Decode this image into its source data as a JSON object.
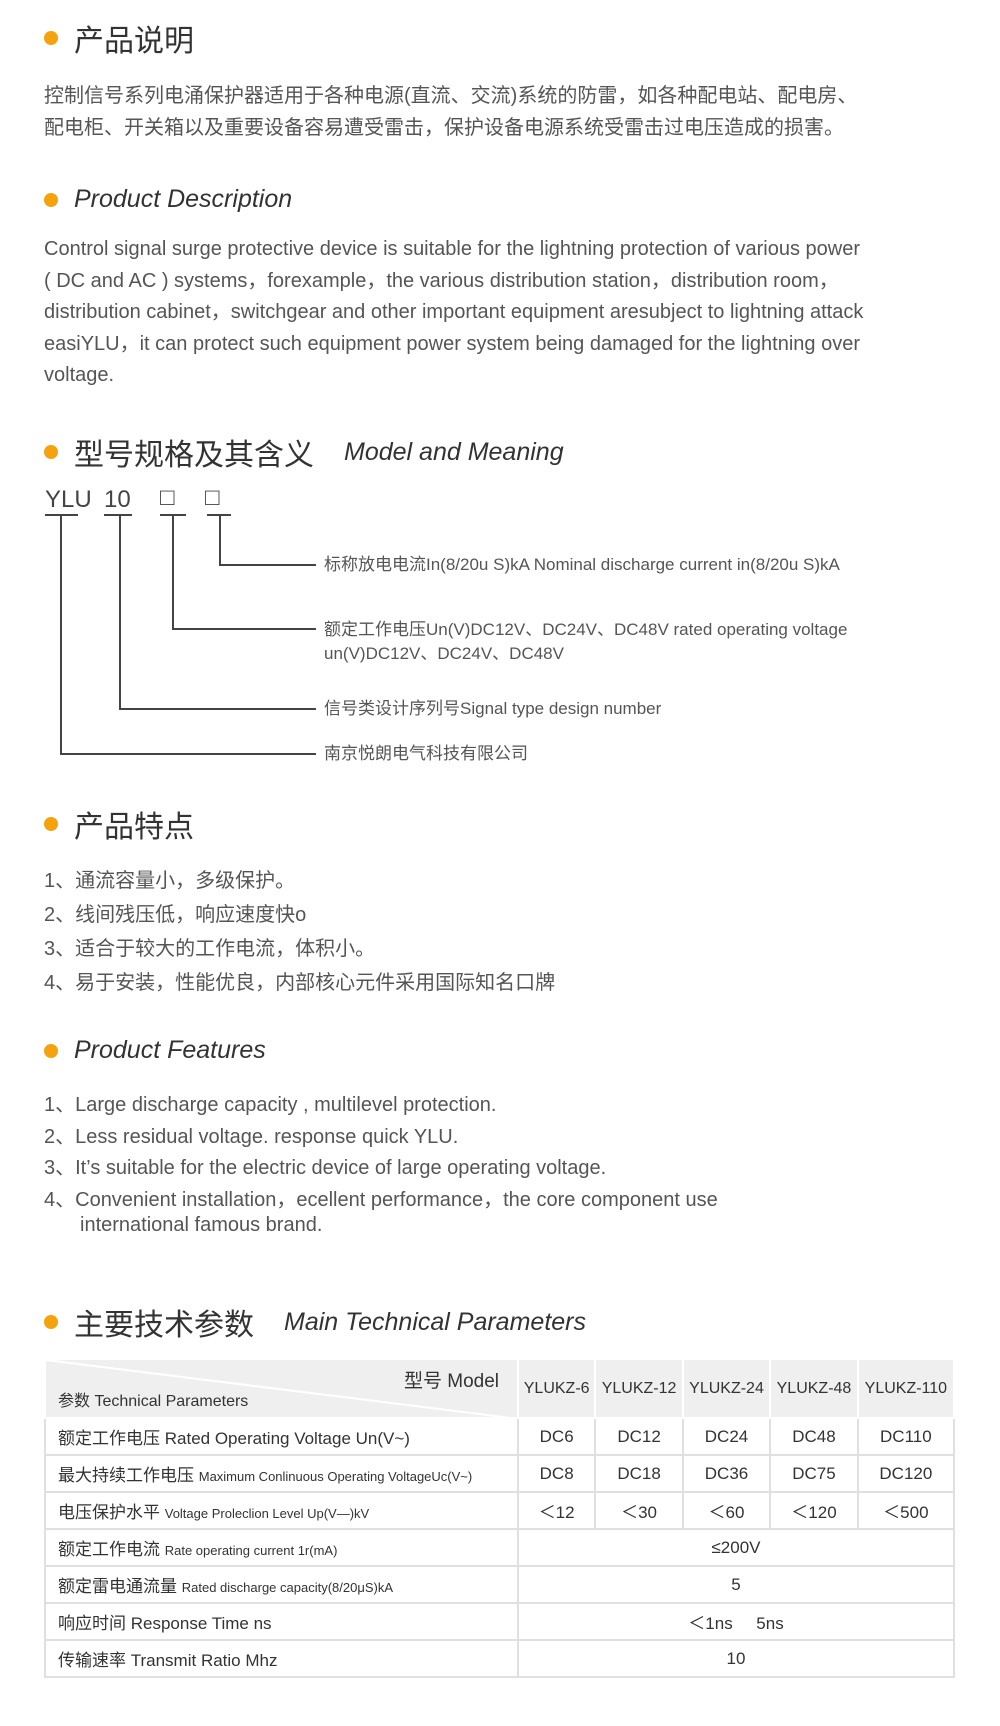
{
  "sec1": {
    "title": "产品说明",
    "lines": [
      "控制信号系列电涌保护器适用于各种电源(直流、交流)系统的防雷，如各种配电站、配电房、",
      "配电柜、开关箱以及重要设备容易遭受雷击，保护设备电源系统受雷击过电压造成的损害。"
    ]
  },
  "sec2": {
    "title": "Product Description",
    "lines": [
      "Control signal surge protective device is suitable for the lightning protection of various power",
      "( DC and AC ) systems，forexample，the  various  distribution  station，distribution  room，",
      "distribution cabinet，switchgear and other important equipment aresubject to lightning attack",
      "easiYLU，it can protect such equipment power system being damaged for  the lightning over",
      "voltage."
    ]
  },
  "sec3": {
    "title_cn": "型号规格及其含义",
    "title_en": "Model and Meaning",
    "code_prefix": "YLU",
    "code_num": "10",
    "box1": "□",
    "box2": "□",
    "items": [
      "标称放电电流In(8/20u S)kA Nominal discharge current in(8/20u S)kA",
      "额定工作电压Un(V)DC12V、DC24V、DC48V rated operating voltage",
      "un(V)DC12V、DC24V、DC48V",
      "信号类设计序列号Signal type design number",
      "南京悦朗电气科技有限公司"
    ]
  },
  "sec4": {
    "title": "产品特点",
    "items": [
      "1、通流容量小，多级保护。",
      "2、线间残压低，响应速度快o",
      "3、适合于较大的工作电流，体积小。",
      "4、易于安装，性能优良，内部核心元件采用国际知名口牌"
    ]
  },
  "sec5": {
    "title": "Product Features",
    "items": [
      "1、Large discharge capacity , multilevel protection.",
      "2、Less residual voltage.  response quick YLU.",
      "3、It’s suitable for the electric device of large operating voltage.",
      "4、Convenient installation，ecellent performance，the core component use",
      "international famous brand."
    ]
  },
  "sec6": {
    "title_cn": "主要技术参数",
    "title_en": "Main Technical Parameters",
    "header": {
      "model": "型号 Model",
      "param": "参数 Technical Parameters",
      "models": [
        "YLUKZ-6",
        "YLUKZ-12",
        "YLUKZ-24",
        "YLUKZ-48",
        "YLUKZ-110"
      ]
    },
    "rows": [
      {
        "cn": "额定工作电压",
        "en": "Rated Operating Voltage Un(V~)",
        "values": [
          "DC6",
          "DC12",
          "DC24",
          "DC48",
          "DC110"
        ]
      },
      {
        "cn": "最大持续工作电压",
        "en": "Maximum Conlinuous Operating VoltageUc(V~)",
        "values": [
          "DC8",
          "DC18",
          "DC36",
          "DC75",
          "DC120"
        ]
      },
      {
        "cn": "电压保护水平",
        "en": "Voltage Proleclion Level Up(V—)kV",
        "values": [
          "＜12",
          "＜30",
          "＜60",
          "＜120",
          "＜500"
        ]
      },
      {
        "cn": "额定工作电流",
        "en": "Rate operating current 1r(mA)",
        "value": "≤200V"
      },
      {
        "cn": "额定雷电通流量",
        "en": "Rated discharge capacity(8/20μS)kA",
        "value": "5"
      },
      {
        "cn": "响应时间",
        "en": "Response Time ns",
        "value": "＜1ns     5ns"
      },
      {
        "cn": "传输速率",
        "en": "Transmit Ratio Mhz",
        "value": "10"
      }
    ]
  }
}
